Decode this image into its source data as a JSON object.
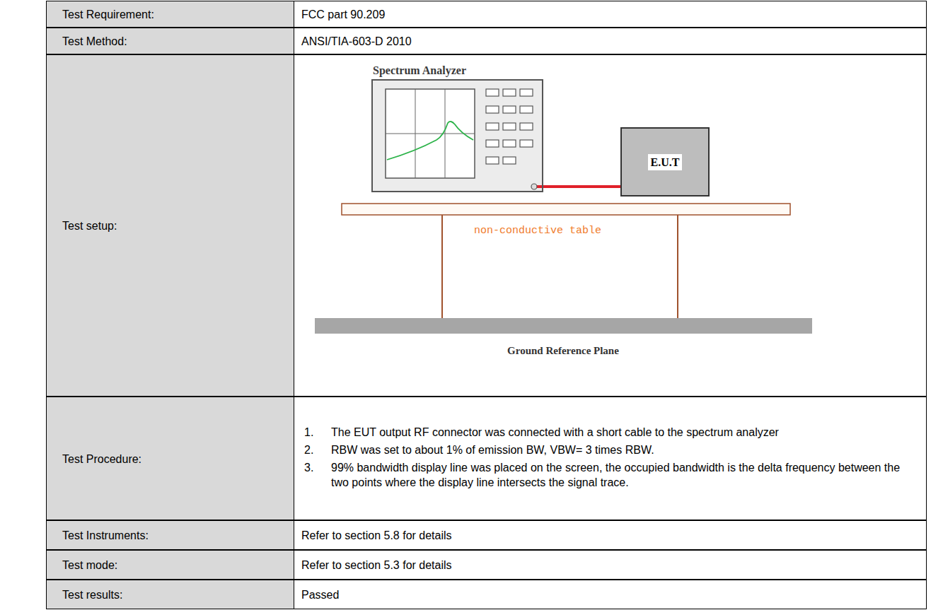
{
  "diagram": {
    "nodes": [
      {
        "text": [
          "Spectrum Analyzer"
        ]
      },
      {
        "text": [
          "E.U.T"
        ]
      }
    ],
    "edges": [
      {
        "from": 0,
        "to": 1,
        "arrow": "none"
      }
    ],
    "labels": [
      "Test Requirement:",
      "FCC part 90.209",
      "Test Method:",
      "ANSI/TIA-603-D 2010",
      "Test setup:",
      "Test Procedure:",
      "1.",
      "The EUT output RF connector was connected with a short cable to the spectrum analyzer",
      "2.",
      "RBW was set to about 1% of emission BW, VBW= 3 times RBW.",
      "3.",
      "99% bandwidth display line was placed on the screen, the occupied bandwidth is the delta frequency between the two points where the display line intersects the signal trace.",
      "Test Instruments:",
      "Refer to section 5.8 for details",
      "Test mode:",
      "Refer to section 5.3 for details",
      "Test results:",
      "Passed",
      "non-conductive table",
      "Ground Reference Plane"
    ]
  }
}
